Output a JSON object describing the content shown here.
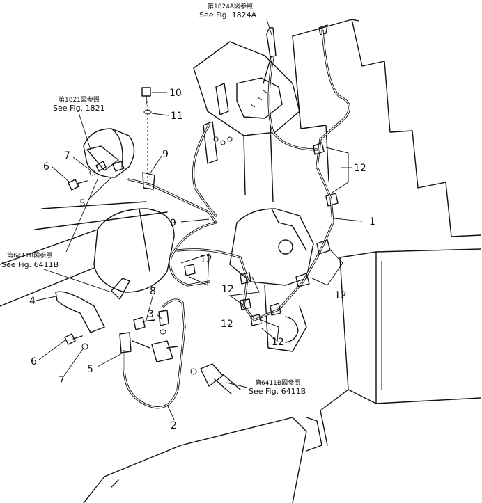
{
  "refs": {
    "fig1824a": {
      "jp": "第1824A図参照",
      "en": "See Fig. 1824A"
    },
    "fig1821": {
      "jp": "第1821図参照",
      "en": "See Fig. 1821"
    },
    "fig6411b_left": {
      "jp": "第6411B図参照",
      "en": "See Fig. 6411B"
    },
    "fig6411b_bottom": {
      "jp": "第6411B図参照",
      "en": "See Fig. 6411B"
    }
  },
  "callouts": {
    "c10": "10",
    "c11": "11",
    "c9a": "9",
    "c9b": "9",
    "c7a": "7",
    "c6a": "6",
    "c5a": "5",
    "c12a": "12",
    "c1": "1",
    "c12b": "12",
    "c12c": "12",
    "c12d": "12",
    "c12e": "12",
    "c12f": "12",
    "c4": "4",
    "c8": "8",
    "c3": "3",
    "c6b": "6",
    "c7b": "7",
    "c5b": "5",
    "c2": "2"
  }
}
